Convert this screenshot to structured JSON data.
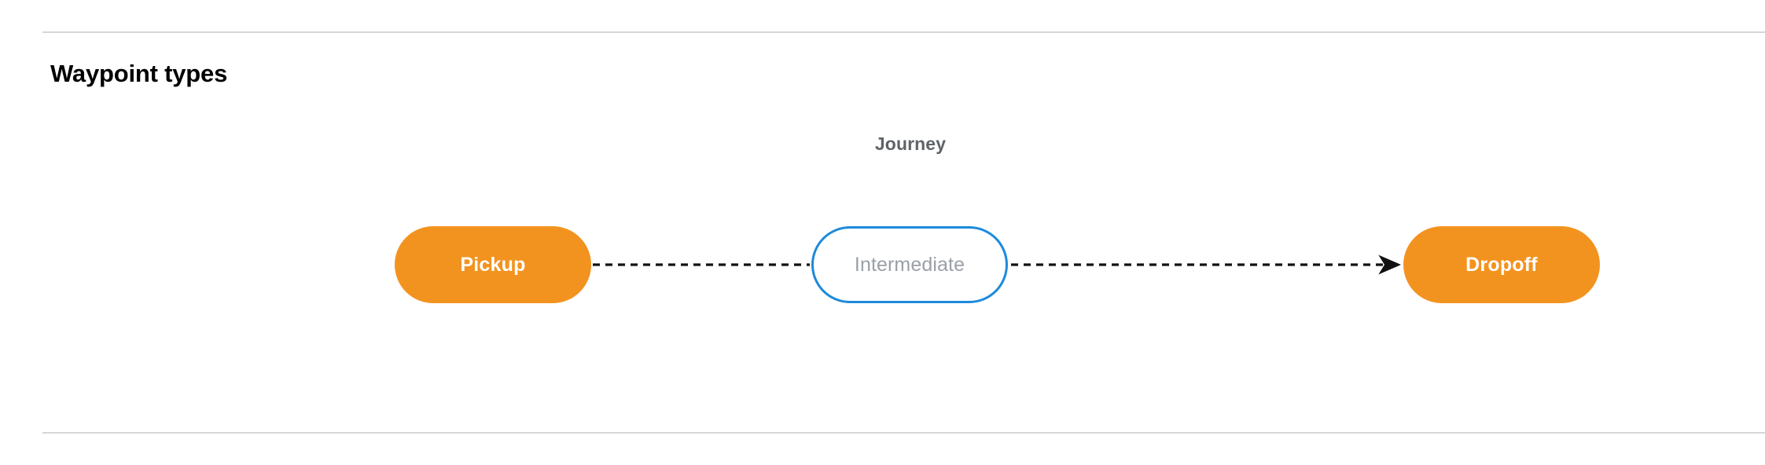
{
  "section": {
    "title": "Waypoint types"
  },
  "diagram": {
    "group_label": "Journey",
    "nodes": [
      {
        "id": "pickup",
        "label": "Pickup",
        "style": "filled",
        "fill": "#f3931f",
        "text_color": "#ffffff"
      },
      {
        "id": "intermediate",
        "label": "Intermediate",
        "style": "outline",
        "fill": "#ffffff",
        "border_color": "#1c8adb",
        "text_color": "#9aa0a6"
      },
      {
        "id": "dropoff",
        "label": "Dropoff",
        "style": "filled",
        "fill": "#f3931f",
        "text_color": "#ffffff"
      }
    ],
    "edges": [
      {
        "from": "pickup",
        "to": "intermediate",
        "style": "dashed",
        "arrow": false,
        "color": "#111111"
      },
      {
        "from": "intermediate",
        "to": "dropoff",
        "style": "dashed",
        "arrow": true,
        "color": "#111111"
      }
    ]
  },
  "colors": {
    "divider": "#d7d7d7",
    "accent_orange": "#f3931f",
    "accent_blue": "#1c8adb",
    "muted_text": "#5f6368",
    "page_background": "#ffffff"
  }
}
